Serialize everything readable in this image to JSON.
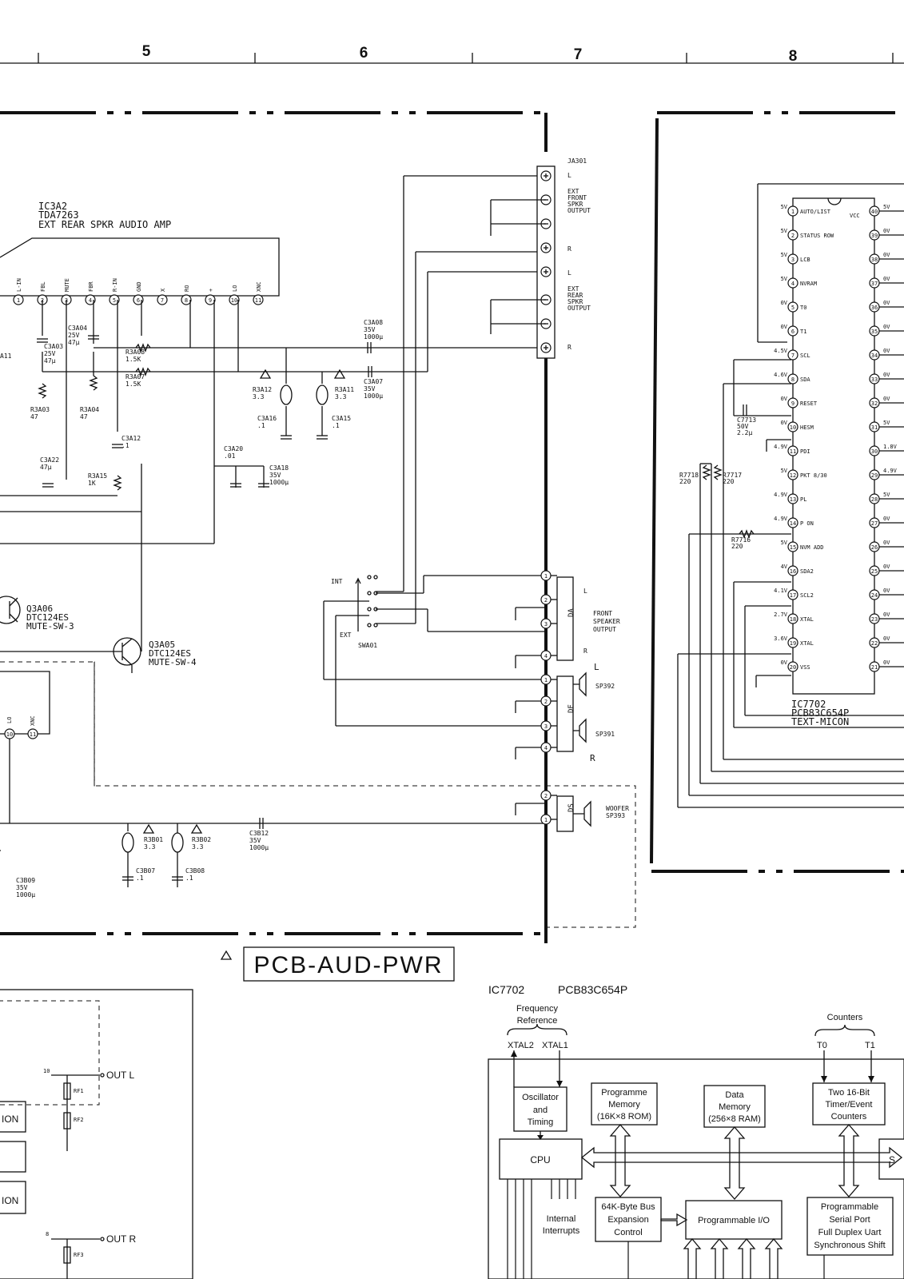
{
  "grid": {
    "columns": [
      "5",
      "6",
      "7",
      "8"
    ]
  },
  "amp": {
    "ref": "IC3A2",
    "part": "TDA7263",
    "desc": "EXT REAR SPKR AUDIO AMP",
    "pins": [
      {
        "n": "1",
        "label": "L-IN"
      },
      {
        "n": "2",
        "label": "FBL"
      },
      {
        "n": "3",
        "label": "MUTE"
      },
      {
        "n": "4",
        "label": "FBR"
      },
      {
        "n": "5",
        "label": "R-IN"
      },
      {
        "n": "6",
        "label": "GND"
      },
      {
        "n": "7",
        "label": "X"
      },
      {
        "n": "8",
        "label": "RO"
      },
      {
        "n": "9",
        "label": "+"
      },
      {
        "n": "10",
        "label": "LO"
      },
      {
        "n": "11",
        "label": "XNC"
      }
    ]
  },
  "components": {
    "c3a03": [
      "C3A03",
      "25V",
      "47µ"
    ],
    "c3a04": [
      "C3A04",
      "25V",
      "47µ"
    ],
    "r3a08": [
      "R3A08",
      "1.5K"
    ],
    "r3a07": [
      "R3A07",
      "1.5K"
    ],
    "r3a03": [
      "R3A03",
      "47"
    ],
    "r3a04": [
      "R3A04",
      "47"
    ],
    "c3a08": [
      "C3A08",
      "35V",
      "1000µ"
    ],
    "c3a07": [
      "C3A07",
      "35V",
      "1000µ"
    ],
    "r3a12": [
      "R3A12",
      "3.3"
    ],
    "r3a11": [
      "R3A11",
      "3.3"
    ],
    "c3a16": [
      "C3A16",
      ".1"
    ],
    "c3a15": [
      "C3A15",
      ".1"
    ],
    "c3a12": [
      "C3A12",
      ".1"
    ],
    "c3a20": [
      "C3A20",
      ".01"
    ],
    "c3a18": [
      "C3A18",
      "35V",
      "1000µ"
    ],
    "c3a22": [
      "C3A22",
      "47µ"
    ],
    "r3a15": [
      "R3A15",
      "1K"
    ],
    "a11": "A11",
    "q3a06": [
      "Q3A06",
      "DTC124ES",
      "MUTE-SW-3"
    ],
    "q3a05": [
      "Q3A05",
      "DTC124ES",
      "MUTE-SW-4"
    ],
    "r3b01": [
      "R3B01",
      "3.3"
    ],
    "r3b02": [
      "R3B02",
      "3.3"
    ],
    "c3b07": [
      "C3B07",
      ".1"
    ],
    "c3b08": [
      "C3B08",
      ".1"
    ],
    "c3b12": [
      "C3B12",
      "35V",
      "1000µ"
    ],
    "c3b09": [
      "C3B09",
      "35V",
      "1000µ"
    ],
    "c7713": [
      "C7713",
      "50V",
      "2.2µ"
    ],
    "r7718": [
      "R7718",
      "220"
    ],
    "r7717": [
      "R7717",
      "220"
    ],
    "r7716": [
      "R7716",
      "220"
    ]
  },
  "lower_amp_pins": [
    {
      "n": "10",
      "label": "LO"
    },
    {
      "n": "11",
      "label": "XNC"
    }
  ],
  "connector": {
    "ref": "JA301",
    "group1": [
      "EXT",
      "FRONT",
      "SPKR",
      "OUTPUT"
    ],
    "group2": [
      "EXT",
      "REAR",
      "SPKR",
      "OUTPUT"
    ],
    "side_labels": [
      "L",
      "R",
      "L",
      "R"
    ]
  },
  "switch": {
    "ref": "SWA01",
    "int": "INT",
    "ext": "EXT"
  },
  "plugs": {
    "da": {
      "label": "DA",
      "desc": [
        "FRONT",
        "SPEAKER",
        "OUTPUT"
      ],
      "l": "L",
      "r": "R"
    },
    "df": {
      "label": "DF",
      "l": "L",
      "r": "R",
      "sp1": "SP392",
      "sp2": "SP391"
    },
    "ds": {
      "label": "DS",
      "woofer": [
        "WOOFER",
        "SP393"
      ]
    }
  },
  "micon": {
    "ref": "IC7702",
    "part": "PCB83C654P",
    "desc": "TEXT-MICON",
    "left": [
      {
        "v": "5V",
        "n": "1",
        "label": "AUTO/LIST"
      },
      {
        "v": "5V",
        "n": "2",
        "label": "STATUS ROW"
      },
      {
        "v": "5V",
        "n": "3",
        "label": "LCB"
      },
      {
        "v": "5V",
        "n": "4",
        "label": "NVRAM"
      },
      {
        "v": "0V",
        "n": "5",
        "label": "T0"
      },
      {
        "v": "0V",
        "n": "6",
        "label": "T1"
      },
      {
        "v": "4.5V",
        "n": "7",
        "label": "SCL"
      },
      {
        "v": "4.6V",
        "n": "8",
        "label": "SDA"
      },
      {
        "v": "0V",
        "n": "9",
        "label": "RESET"
      },
      {
        "v": "0V",
        "n": "10",
        "label": "HESM"
      },
      {
        "v": "4.9V",
        "n": "11",
        "label": "PDI"
      },
      {
        "v": "5V",
        "n": "12",
        "label": "PKT 8/30"
      },
      {
        "v": "4.9V",
        "n": "13",
        "label": "PL"
      },
      {
        "v": "4.9V",
        "n": "14",
        "label": "P ON"
      },
      {
        "v": "5V",
        "n": "15",
        "label": "NVM ADD"
      },
      {
        "v": "4V",
        "n": "16",
        "label": "SDA2"
      },
      {
        "v": "4.1V",
        "n": "17",
        "label": "SCL2"
      },
      {
        "v": "2.7V",
        "n": "18",
        "label": "XTAL"
      },
      {
        "v": "3.6V",
        "n": "19",
        "label": "XTAL"
      },
      {
        "v": "0V",
        "n": "20",
        "label": "VSS"
      }
    ],
    "vcc_label": "VCC",
    "right": [
      {
        "n": "40",
        "v": "5V"
      },
      {
        "n": "39",
        "v": "0V"
      },
      {
        "n": "38",
        "v": "0V"
      },
      {
        "n": "37",
        "v": "0V"
      },
      {
        "n": "36",
        "v": "0V"
      },
      {
        "n": "35",
        "v": "0V"
      },
      {
        "n": "34",
        "v": "0V"
      },
      {
        "n": "33",
        "v": "0V"
      },
      {
        "n": "32",
        "v": "0V"
      },
      {
        "n": "31",
        "v": "5V"
      },
      {
        "n": "30",
        "v": "1.8V"
      },
      {
        "n": "29",
        "v": "4.9V"
      },
      {
        "n": "28",
        "v": "5V"
      },
      {
        "n": "27",
        "v": "0V"
      },
      {
        "n": "26",
        "v": "0V"
      },
      {
        "n": "25",
        "v": "0V"
      },
      {
        "n": "24",
        "v": "0V"
      },
      {
        "n": "23",
        "v": "0V"
      },
      {
        "n": "22",
        "v": "0V"
      },
      {
        "n": "21",
        "v": "0V"
      }
    ]
  },
  "board_label": "PCB-AUD-PWR",
  "lower_left": {
    "out_l": "OUT L",
    "out_r": "OUT R",
    "rf1": "RF1",
    "rf2": "RF2",
    "rf3": "RF3",
    "pin10": "10",
    "pin8": "8",
    "ion1": "ION",
    "ion2": "ION"
  },
  "block": {
    "title_ref": "IC7702",
    "title_part": "PCB83C654P",
    "freq_ref": [
      "Frequency",
      "Reference"
    ],
    "xtal2": "XTAL2",
    "xtal1": "XTAL1",
    "counters": "Counters",
    "t0": "T0",
    "t1": "T1",
    "osc": [
      "Oscillator",
      "and",
      "Timing"
    ],
    "prog_mem": [
      "Programme",
      "Memory",
      "(16K×8 ROM)"
    ],
    "data_mem": [
      "Data",
      "Memory",
      "(256×8 RAM)"
    ],
    "timer": [
      "Two 16-Bit",
      "Timer/Event",
      "Counters"
    ],
    "cpu": "CPU",
    "cut_s": "S",
    "interrupts": [
      "Internal",
      "Interrupts"
    ],
    "bus": [
      "64K-Byte Bus",
      "Expansion",
      "Control"
    ],
    "pio": "Programmable I/O",
    "serial": [
      "Programmable",
      "Serial Port",
      "Full Duplex Uart",
      "Synchronous Shift"
    ]
  }
}
